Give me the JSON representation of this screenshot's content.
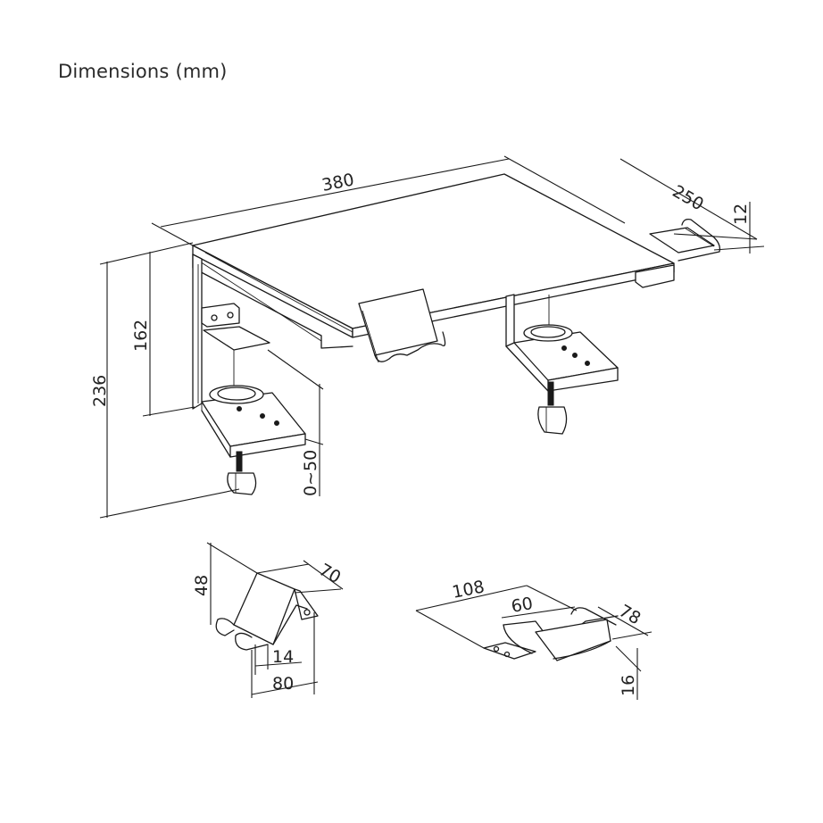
{
  "header": {
    "title": "Dimensions (mm)"
  },
  "main_view": {
    "labels": {
      "width": "380",
      "depth": "250",
      "thickness": "12",
      "total_height": "236",
      "shelf_height": "162",
      "clamp_range": "0~50"
    }
  },
  "headset_hook": {
    "labels": {
      "height": "48",
      "depth": "70",
      "slot": "14",
      "width": "80"
    }
  },
  "cup_holder_tray": {
    "labels": {
      "length": "108",
      "inner": "60",
      "width": "78",
      "height": "16"
    }
  },
  "colors": {
    "line": "#1a1a1a",
    "background": "#ffffff",
    "text": "#222222"
  }
}
